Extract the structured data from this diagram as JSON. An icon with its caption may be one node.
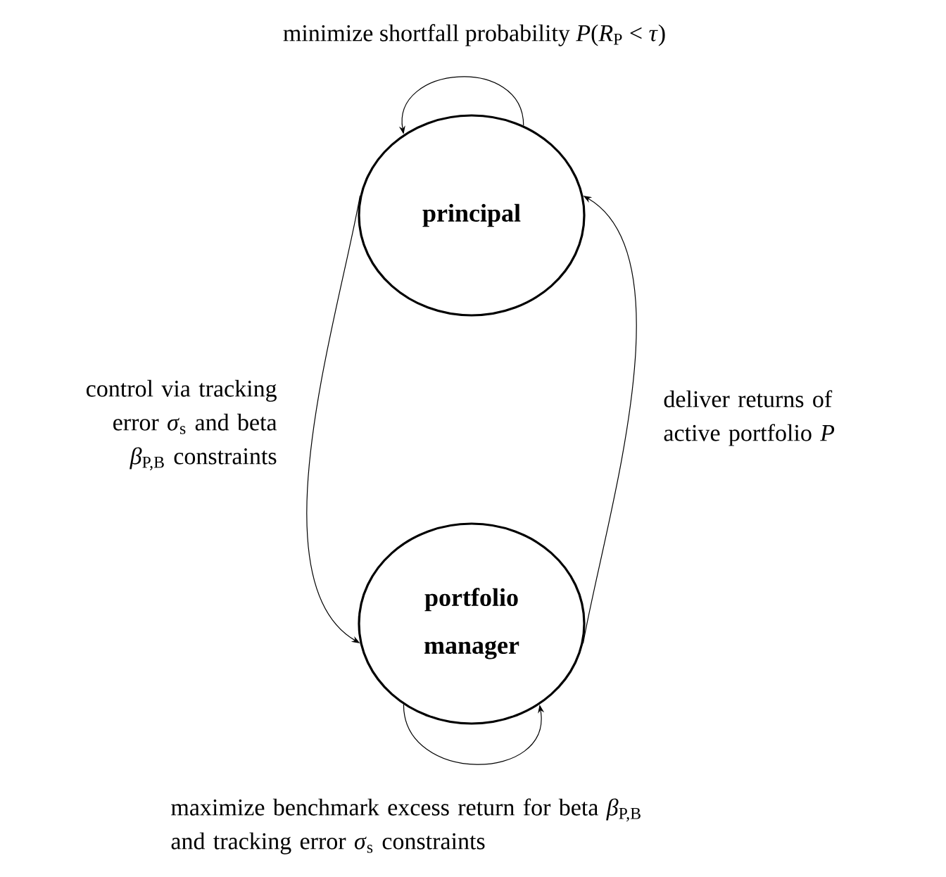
{
  "diagram": {
    "nodes": [
      {
        "text": [
          "principal"
        ]
      },
      {
        "text": [
          "portfolio manager"
        ]
      }
    ],
    "edges": [
      {
        "from": 0,
        "to": 0,
        "arrow": "to",
        "label": "minimize shortfall probability *P*(*R*$_{P}$ < *τ*)"
      },
      {
        "from": 0,
        "to": 1,
        "arrow": "to",
        "label": "control via tracking error *σ*$_{s}$ and beta *β*$_{P,B}$ constraints"
      },
      {
        "from": 1,
        "to": 0,
        "arrow": "to",
        "label": "deliver returns of active portfolio *P*"
      },
      {
        "from": 1,
        "to": 1,
        "arrow": "to",
        "label": "maximize benchmark excess return for beta *β*$_{P,B}$ and tracking error *σ*$_{s}$ constraints"
      }
    ]
  }
}
